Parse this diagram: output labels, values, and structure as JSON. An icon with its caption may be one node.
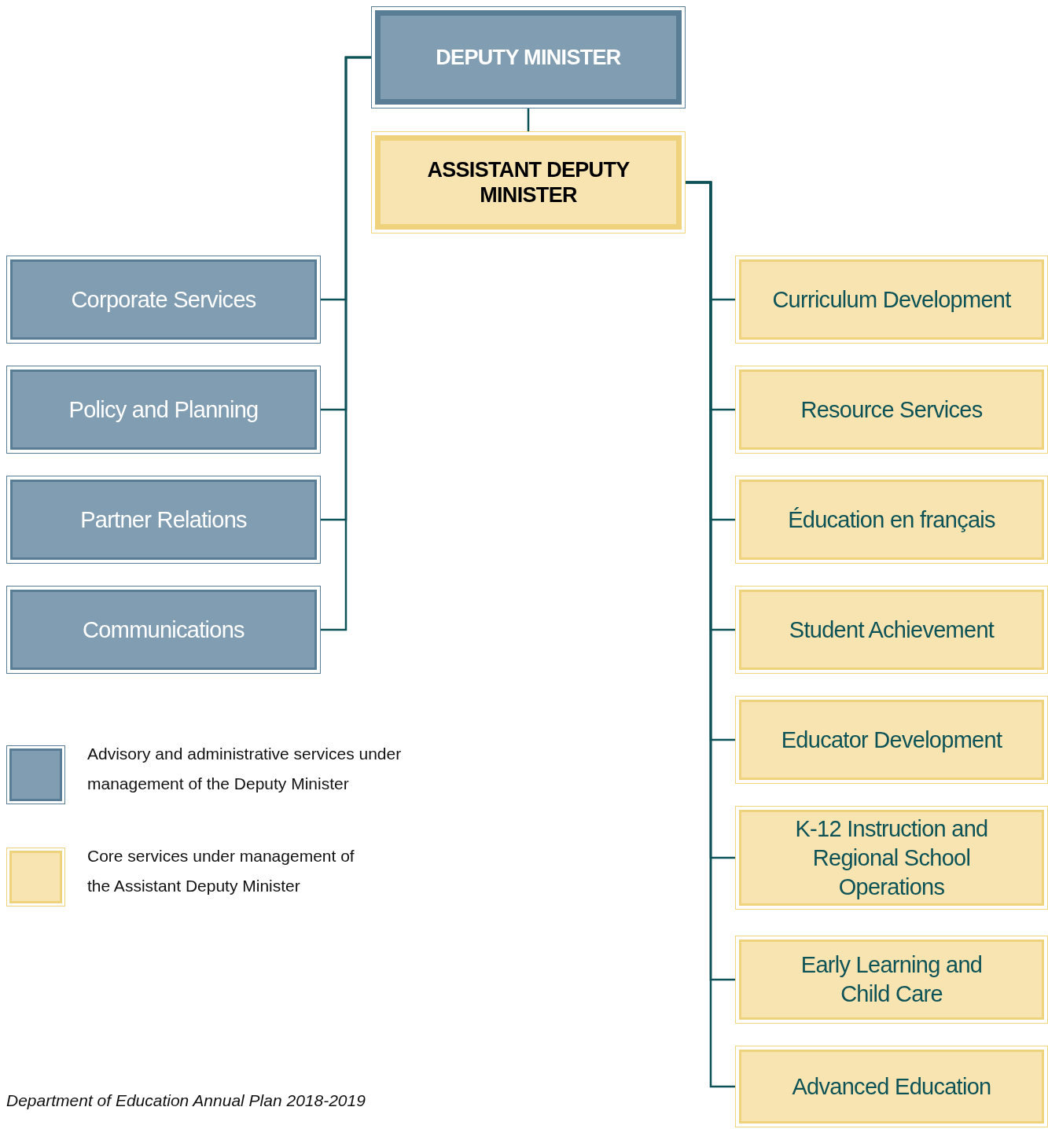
{
  "diagram": {
    "caption": "Department of Education Annual Plan 2018-2019",
    "nodes": [
      {
        "text": [
          "DEPUTY MINISTER"
        ]
      },
      {
        "text": [
          "ASSISTANT DEPUTY MINISTER"
        ]
      },
      {
        "text": [
          "Corporate Services"
        ]
      },
      {
        "text": [
          "Policy and Planning"
        ]
      },
      {
        "text": [
          "Partner Relations"
        ]
      },
      {
        "text": [
          "Communications"
        ]
      },
      {
        "text": [
          "Curriculum Development"
        ]
      },
      {
        "text": [
          "Resource Services"
        ]
      },
      {
        "text": [
          "Éducation en français"
        ]
      },
      {
        "text": [
          "Student Achievement"
        ]
      },
      {
        "text": [
          "Educator Development"
        ]
      },
      {
        "text": [
          "K-12 Instruction and Regional School Operations"
        ]
      },
      {
        "text": [
          "Early Learning and Child Care"
        ]
      },
      {
        "text": [
          "Advanced Education"
        ]
      }
    ],
    "edges": [
      {
        "from": 0,
        "to": 1,
        "arrow": "none"
      },
      {
        "from": 0,
        "to": 2,
        "arrow": "none"
      },
      {
        "from": 0,
        "to": 3,
        "arrow": "none"
      },
      {
        "from": 0,
        "to": 4,
        "arrow": "none"
      },
      {
        "from": 0,
        "to": 5,
        "arrow": "none"
      },
      {
        "from": 1,
        "to": 6,
        "arrow": "none"
      },
      {
        "from": 1,
        "to": 7,
        "arrow": "none"
      },
      {
        "from": 1,
        "to": 8,
        "arrow": "none"
      },
      {
        "from": 1,
        "to": 9,
        "arrow": "none"
      },
      {
        "from": 1,
        "to": 10,
        "arrow": "none"
      },
      {
        "from": 1,
        "to": 11,
        "arrow": "none"
      },
      {
        "from": 1,
        "to": 12,
        "arrow": "none"
      },
      {
        "from": 1,
        "to": 13,
        "arrow": "none"
      }
    ],
    "legend": [
      {
        "text": "Advisory and administrative services under management of the Deputy Minister",
        "color": "#819db1"
      },
      {
        "text": "Core services under management of the Assistant Deputy Minister",
        "color": "#f8e4b0"
      }
    ]
  }
}
